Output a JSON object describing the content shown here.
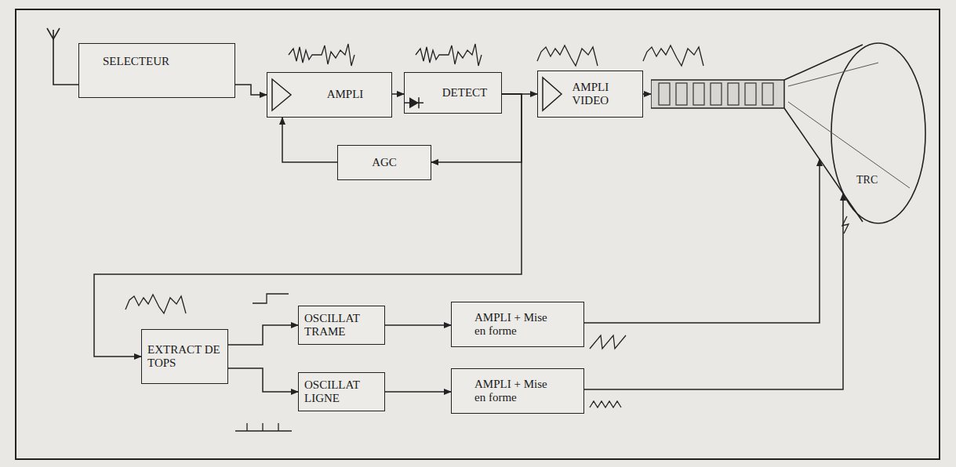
{
  "diagram": {
    "nodes": [
      {
        "text": [
          "SELECTEUR"
        ]
      },
      {
        "text": [
          "AMPLI"
        ]
      },
      {
        "text": [
          "DETECT"
        ]
      },
      {
        "text": [
          "AMPLI VIDEO"
        ]
      },
      {
        "text": [
          "TRC"
        ]
      },
      {
        "text": [
          "AGC"
        ]
      },
      {
        "text": [
          "EXTRACT DE TOPS"
        ]
      },
      {
        "text": [
          "OSCILLAT TRAME"
        ]
      },
      {
        "text": [
          "AMPLI + Mise en forme"
        ]
      },
      {
        "text": [
          "OSCILLAT LIGNE"
        ]
      },
      {
        "text": [
          "AMPLI + Mise en forme"
        ]
      }
    ],
    "edges": [
      {
        "from": 0,
        "to": 1,
        "arrow": "to"
      },
      {
        "from": 1,
        "to": 2,
        "arrow": "to"
      },
      {
        "from": 2,
        "to": 3,
        "arrow": "to"
      },
      {
        "from": 3,
        "to": 4,
        "arrow": "to"
      },
      {
        "from": 2,
        "to": 5,
        "arrow": "to"
      },
      {
        "from": 5,
        "to": 1,
        "arrow": "to"
      },
      {
        "from": 2,
        "to": 6,
        "arrow": "to"
      },
      {
        "from": 6,
        "to": 7,
        "arrow": "to"
      },
      {
        "from": 6,
        "to": 9,
        "arrow": "to"
      },
      {
        "from": 7,
        "to": 8,
        "arrow": "to"
      },
      {
        "from": 9,
        "to": 10,
        "arrow": "to"
      },
      {
        "from": 8,
        "to": 4,
        "arrow": "to"
      },
      {
        "from": 10,
        "to": 4,
        "arrow": "to"
      }
    ]
  }
}
